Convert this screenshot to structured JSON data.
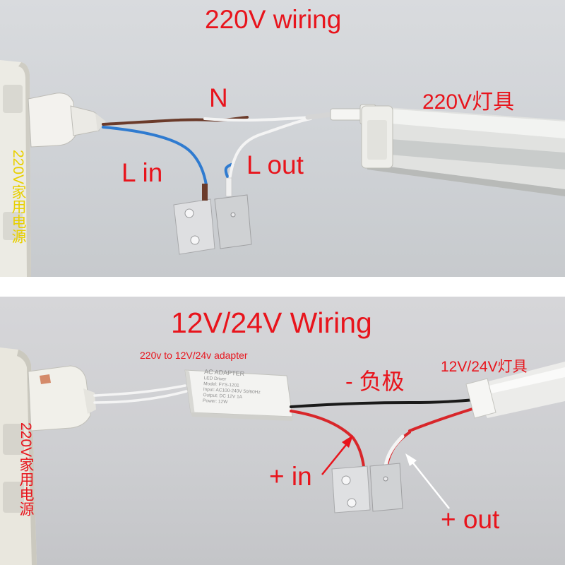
{
  "top": {
    "title": "220V wiring",
    "neutral_label": "N",
    "l_in_label": "L in",
    "l_out_label": "L out",
    "fixture_label": "220V灯具",
    "source_label": "220V家用电源"
  },
  "bottom": {
    "title": "12V/24V Wiring",
    "adapter_label": "220v to 12V/24v adapter",
    "adapter_print": {
      "line1": "AC ADAPTER",
      "line2": "LED Driver",
      "line3": "Model: FYS-1201",
      "line4": "Input: AC100-240V 50/60Hz",
      "line5": "Output: DC 12V 1A",
      "line6": "Power: 12W"
    },
    "negative_label": "- 负极",
    "fixture_label": "12V/24V灯具",
    "plus_in_label": "+ in",
    "plus_out_label": "+ out",
    "source_label": "220V家用电源"
  },
  "colors": {
    "label_red": "#e8141c",
    "source_label_top": "#e8d000",
    "source_label_bottom": "#e8141c",
    "wire_brown": "#6b3b2a",
    "wire_blue": "#2f7bd0",
    "wire_red": "#d8262a",
    "wire_black": "#1a1a1a",
    "wire_white": "#f4f4f4"
  }
}
